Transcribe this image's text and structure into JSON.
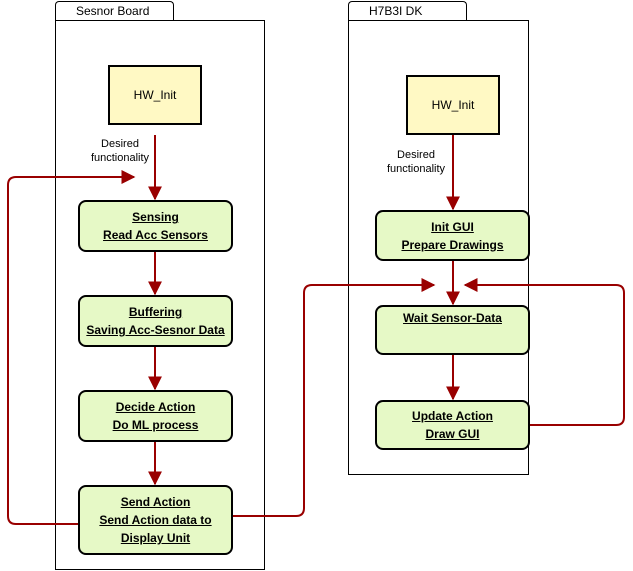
{
  "lanes": {
    "sensor_board": {
      "title": "Sesnor Board"
    },
    "dk": {
      "title": "H7B3I DK"
    }
  },
  "sensor": {
    "init": "HW_Init",
    "note": [
      "Desired",
      "functionality"
    ],
    "sensing": [
      "Sensing",
      "Read Acc Sensors"
    ],
    "buffering": [
      "Buffering",
      "Saving Acc-Sesnor Data"
    ],
    "decide": [
      "Decide Action",
      "Do ML process"
    ],
    "send": [
      "Send Action",
      "Send Action data to",
      "Display Unit"
    ]
  },
  "display": {
    "init": "HW_Init",
    "note": [
      "Desired",
      "functionality"
    ],
    "init_gui": [
      "Init GUI",
      "Prepare Drawings"
    ],
    "wait": [
      "Wait Sensor-Data"
    ],
    "update": [
      "Update Action",
      "Draw GUI"
    ]
  },
  "colors": {
    "arrow": "#990000",
    "init_fill": "#fff9c4",
    "process_fill": "#e6f9c6"
  }
}
